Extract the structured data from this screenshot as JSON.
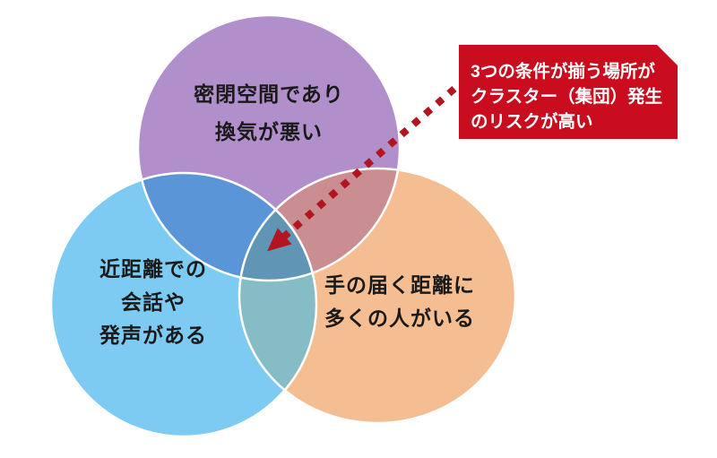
{
  "diagram": {
    "type": "venn-3-circles",
    "topic": "3密 (Three Cs) cluster-risk diagram"
  },
  "colors": {
    "circle_top": "#B18FCB",
    "circle_left": "#7DCBF2",
    "circle_right": "#F4BE92",
    "overlap_top_left": "#5A96D7",
    "overlap_top_right": "#C98D92",
    "overlap_left_right": "#85BCC5",
    "overlap_center": "#6095B5",
    "circle_outline": "#FFFFFF",
    "callout_bg": "#C90D1E",
    "callout_text": "#FFFFFF",
    "arrow": "#B2151F",
    "label_text": "#1A1A1A"
  },
  "venn": {
    "circles": [
      {
        "id": "closed-space",
        "label_lines": [
          "密閉空間であり",
          "換気が悪い"
        ]
      },
      {
        "id": "close-contact",
        "label_lines": [
          "近距離での",
          "会話や",
          "発声がある"
        ]
      },
      {
        "id": "crowded-place",
        "label_lines": [
          "手の届く距離に",
          "多くの人がいる"
        ]
      }
    ]
  },
  "callout": {
    "lines": [
      "3つの条件が揃う場所が",
      "クラスター（集団）発生",
      "のリスクが高い"
    ]
  }
}
